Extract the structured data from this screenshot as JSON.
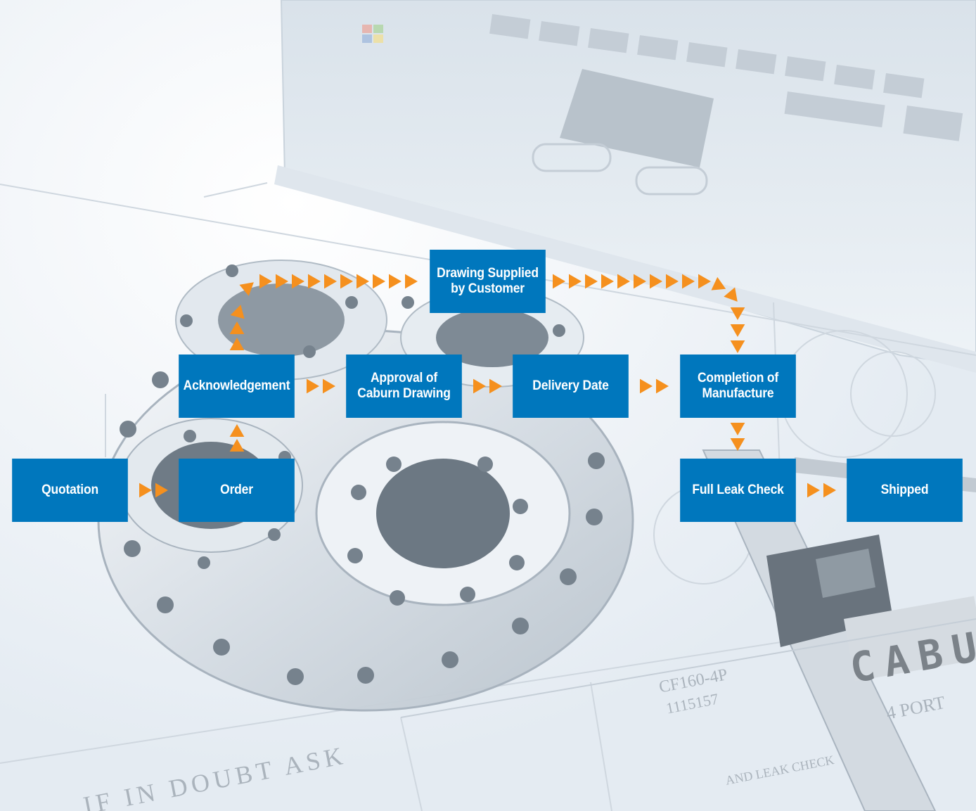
{
  "background": {
    "description_icons": [
      "laptop-photo",
      "flange-photo",
      "caliper-photo",
      "technical-drawing"
    ],
    "drawing_text": {
      "stamp": "CABU",
      "note": "IF IN DOUBT ASK",
      "title_block_1": "CF160-4P",
      "title_block_2": "1115157",
      "part_name": "4 PORT",
      "leak_note": "AND LEAK CHECK"
    }
  },
  "colors": {
    "box": "#0077bd",
    "arrow": "#f5901e",
    "text": "#ffffff"
  },
  "steps": {
    "quotation": "Quotation",
    "order": "Order",
    "acknowledgement": "Acknowledgement",
    "drawing_supplied": "Drawing Supplied\nby Customer",
    "approval": "Approval of\nCaburn Drawing",
    "delivery": "Delivery Date",
    "completion": "Completion of\nManufacture",
    "leak_check": "Full Leak Check",
    "shipped": "Shipped"
  }
}
